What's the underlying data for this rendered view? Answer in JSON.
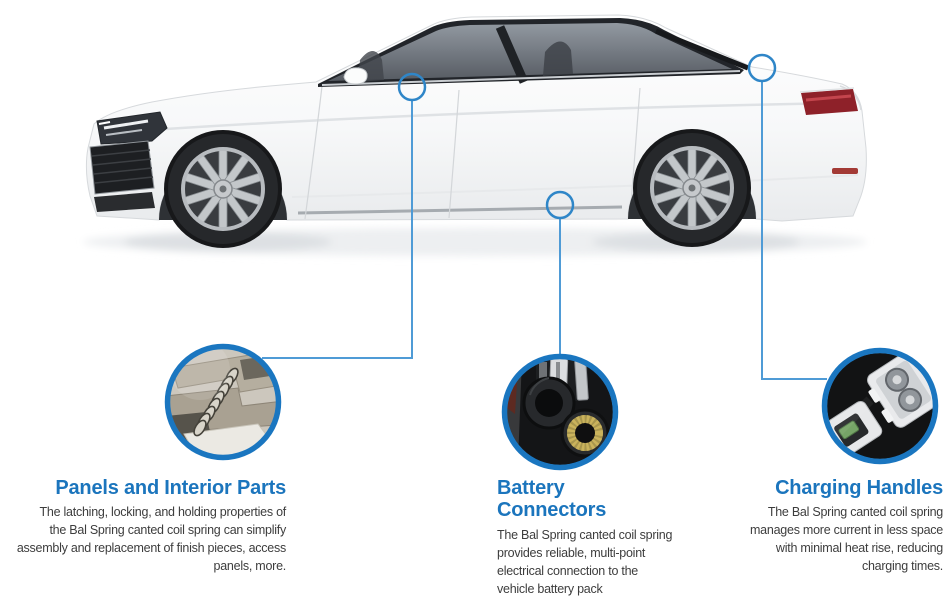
{
  "colors": {
    "background": "#ffffff",
    "title_blue": "#1b75bd",
    "callout_line_blue": "#4f9bd6",
    "marker_ring_blue": "#2f86c8",
    "thumbnail_ring_blue": "#1a76c0",
    "body_text": "#3d3d3d",
    "battery_spring_gold": "#a8964d",
    "charging_contact_green": "#76a467"
  },
  "sections": [
    {
      "id": "panels-and-interior-parts",
      "title_lines": [
        "Panels and Interior Parts"
      ],
      "body_lines": [
        "The latching, locking, and holding properties of",
        "the Bal Spring canted coil spring can simplify",
        "assembly and replacement of finish pieces, access",
        "panels, more."
      ],
      "thumbnail_icon": "latch-spring-photo"
    },
    {
      "id": "battery-connectors",
      "title_lines": [
        "Battery",
        "Connectors"
      ],
      "body_lines": [
        "The Bal Spring canted coil spring",
        "provides reliable, multi-point",
        "electrical connection to the",
        "vehicle battery pack"
      ],
      "thumbnail_icon": "battery-connector-photo"
    },
    {
      "id": "charging-handles",
      "title_lines": [
        "Charging Handles"
      ],
      "body_lines": [
        "The Bal Spring canted coil spring",
        "manages more current in less space",
        "with minimal heat rise, reducing",
        "charging times."
      ],
      "thumbnail_icon": "charging-handle-photo"
    }
  ]
}
